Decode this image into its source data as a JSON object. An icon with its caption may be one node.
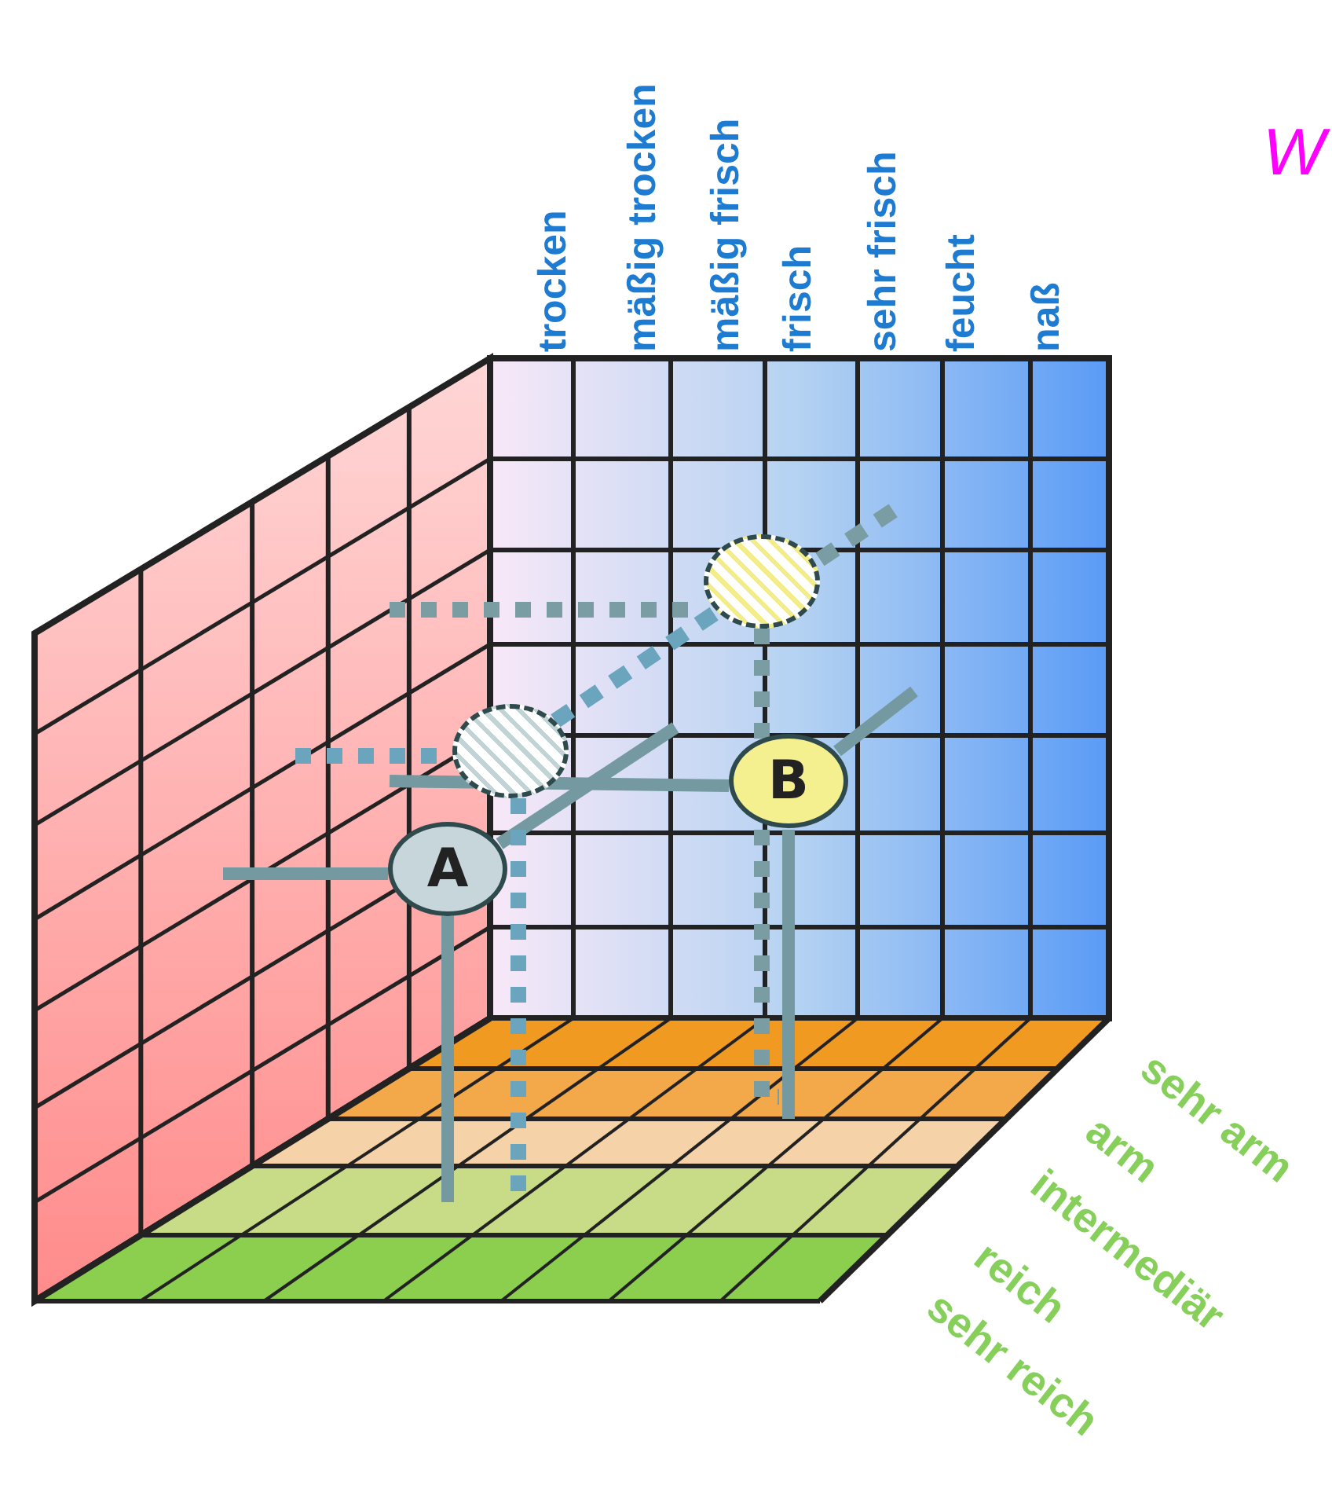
{
  "diagram": {
    "nodes": [
      {
        "text": [
          "A"
        ]
      },
      {
        "text": [
          "B"
        ]
      },
      {
        "text": [],
        "shape": "circle"
      },
      {
        "text": [],
        "shape": "circle"
      }
    ],
    "edges": [
      {
        "from": 2,
        "to": 3,
        "arrow": "none",
        "style": "dashed"
      },
      {
        "from": 3,
        "to": 1,
        "arrow": "none",
        "style": "dashed",
        "color": "#7a9ca3"
      }
    ],
    "labels": [
      "trocken",
      "mäßig trocken",
      "mäßig frisch",
      "frisch",
      "sehr frisch",
      "feucht",
      "naß",
      "W",
      "sehr arm",
      "arm",
      "intermediär",
      "reich",
      "sehr reich"
    ]
  }
}
